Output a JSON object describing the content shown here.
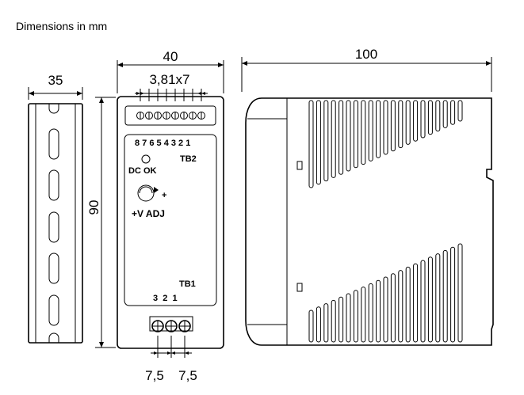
{
  "header": {
    "units_note": "Dimensions in mm"
  },
  "dimensions": {
    "rail_width": "35",
    "body_width": "40",
    "terminal_pitch": "3,81x7",
    "height": "90",
    "depth": "100",
    "pitch_left": "7,5",
    "pitch_right": "7,5"
  },
  "front_panel": {
    "tb2_pins": "8 7 6 5 4 3 2 1",
    "tb2_label": "TB2",
    "dc_ok_label": "DC OK",
    "plus_sign": "+",
    "vadj_label": "+V ADJ",
    "tb1_label": "TB1",
    "tb1_pins": "3  2  1"
  }
}
